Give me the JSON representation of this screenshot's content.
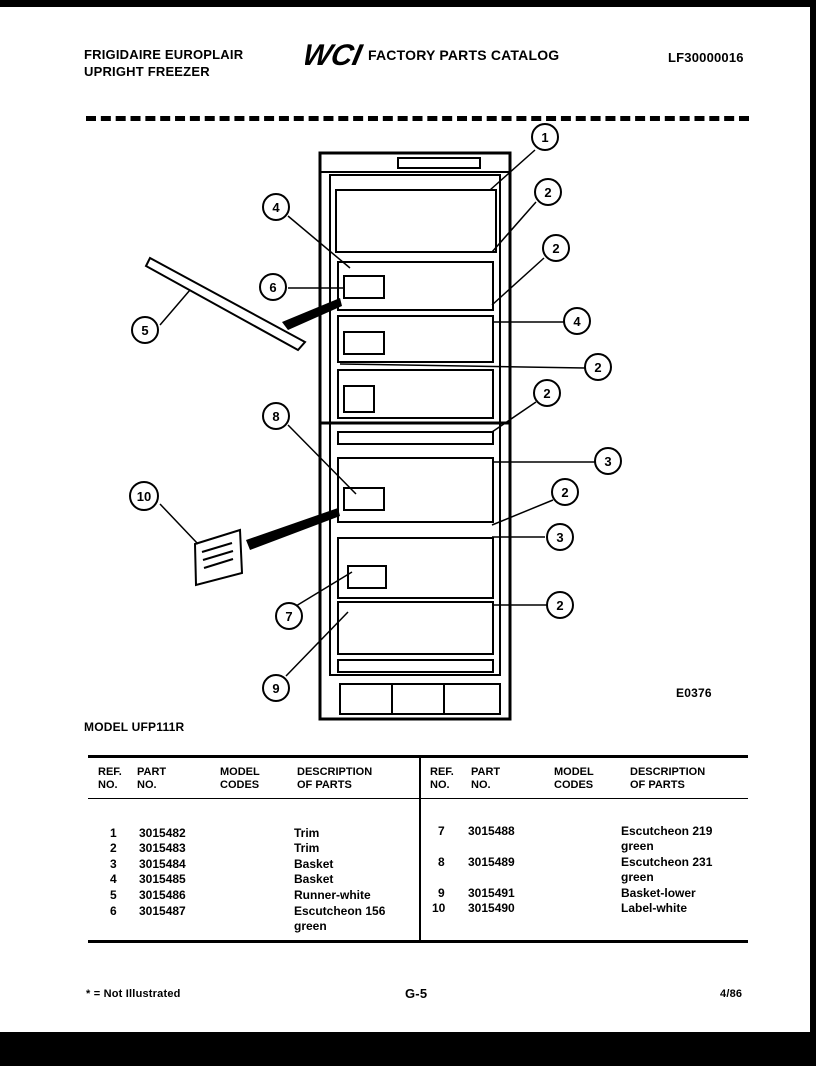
{
  "header": {
    "left_line1": "FRIGIDAIRE EUROPLAIR",
    "left_line2": "UPRIGHT FREEZER",
    "catalog_title": "FACTORY PARTS CATALOG",
    "catalog_logo": "WCI",
    "right_code": "LF30000016"
  },
  "diagram": {
    "code": "E0376",
    "callouts": [
      "1",
      "2",
      "2",
      "4",
      "6",
      "4",
      "5",
      "2",
      "8",
      "2",
      "3",
      "10",
      "2",
      "3",
      "2",
      "7",
      "9"
    ]
  },
  "model_label": "MODEL UFP111R",
  "table": {
    "headers": [
      {
        "ref": "REF.\nNO.",
        "part": "PART\nNO.",
        "codes": "MODEL\nCODES",
        "desc": "DESCRIPTION\nOF PARTS"
      },
      {
        "ref": "REF.\nNO.",
        "part": "PART\nNO.",
        "codes": "MODEL\nCODES",
        "desc": "DESCRIPTION\nOF PARTS"
      }
    ],
    "left_rows": [
      {
        "ref": "1",
        "part": "3015482",
        "desc": "Trim"
      },
      {
        "ref": "2",
        "part": "3015483",
        "desc": "Trim"
      },
      {
        "ref": "3",
        "part": "3015484",
        "desc": "Basket"
      },
      {
        "ref": "4",
        "part": "3015485",
        "desc": "Basket"
      },
      {
        "ref": "5",
        "part": "3015486",
        "desc": "Runner-white"
      },
      {
        "ref": "6",
        "part": "3015487",
        "desc": "Escutcheon 156",
        "desc2": "green"
      }
    ],
    "right_rows": [
      {
        "ref": "7",
        "part": "3015488",
        "desc": "Escutcheon 219",
        "desc2": "green"
      },
      {
        "ref": "8",
        "part": "3015489",
        "desc": "Escutcheon 231",
        "desc2": "green"
      },
      {
        "ref": "9",
        "part": "3015491",
        "desc": "Basket-lower"
      },
      {
        "ref": "10",
        "part": "3015490",
        "desc": "Label-white"
      }
    ]
  },
  "footer": {
    "note": "* = Not Illustrated",
    "page": "G-5",
    "date": "4/86"
  }
}
